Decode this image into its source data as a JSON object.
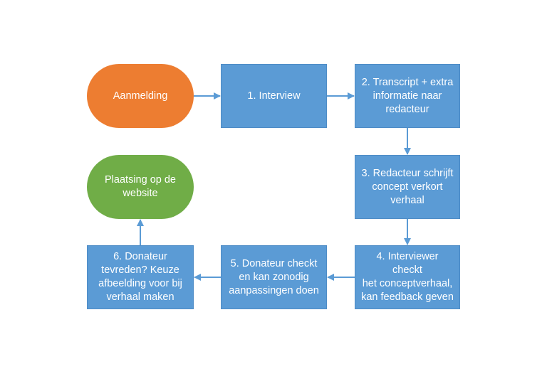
{
  "colors": {
    "process": "#5B9BD5",
    "start": "#ED7D31",
    "end": "#70AD47",
    "connector": "#5B9BD5",
    "text": "#FFFFFF"
  },
  "nodes": {
    "start": {
      "label": "Aanmelding"
    },
    "step1": {
      "label": "1. Interview"
    },
    "step2": {
      "label": "2. Transcript + extra\ninformatie naar\nredacteur"
    },
    "step3": {
      "label": "3. Redacteur schrijft\nconcept verkort\nverhaal"
    },
    "step4": {
      "label": "4. Interviewer checkt\nhet conceptverhaal,\nkan feedback geven"
    },
    "step5": {
      "label": "5. Donateur checkt\nen kan zonodig\naanpassingen doen"
    },
    "step6": {
      "label": "6. Donateur\ntevreden? Keuze\nafbeelding voor bij\nverhaal maken"
    },
    "end": {
      "label": "Plaatsing op de\nwebsite"
    }
  }
}
